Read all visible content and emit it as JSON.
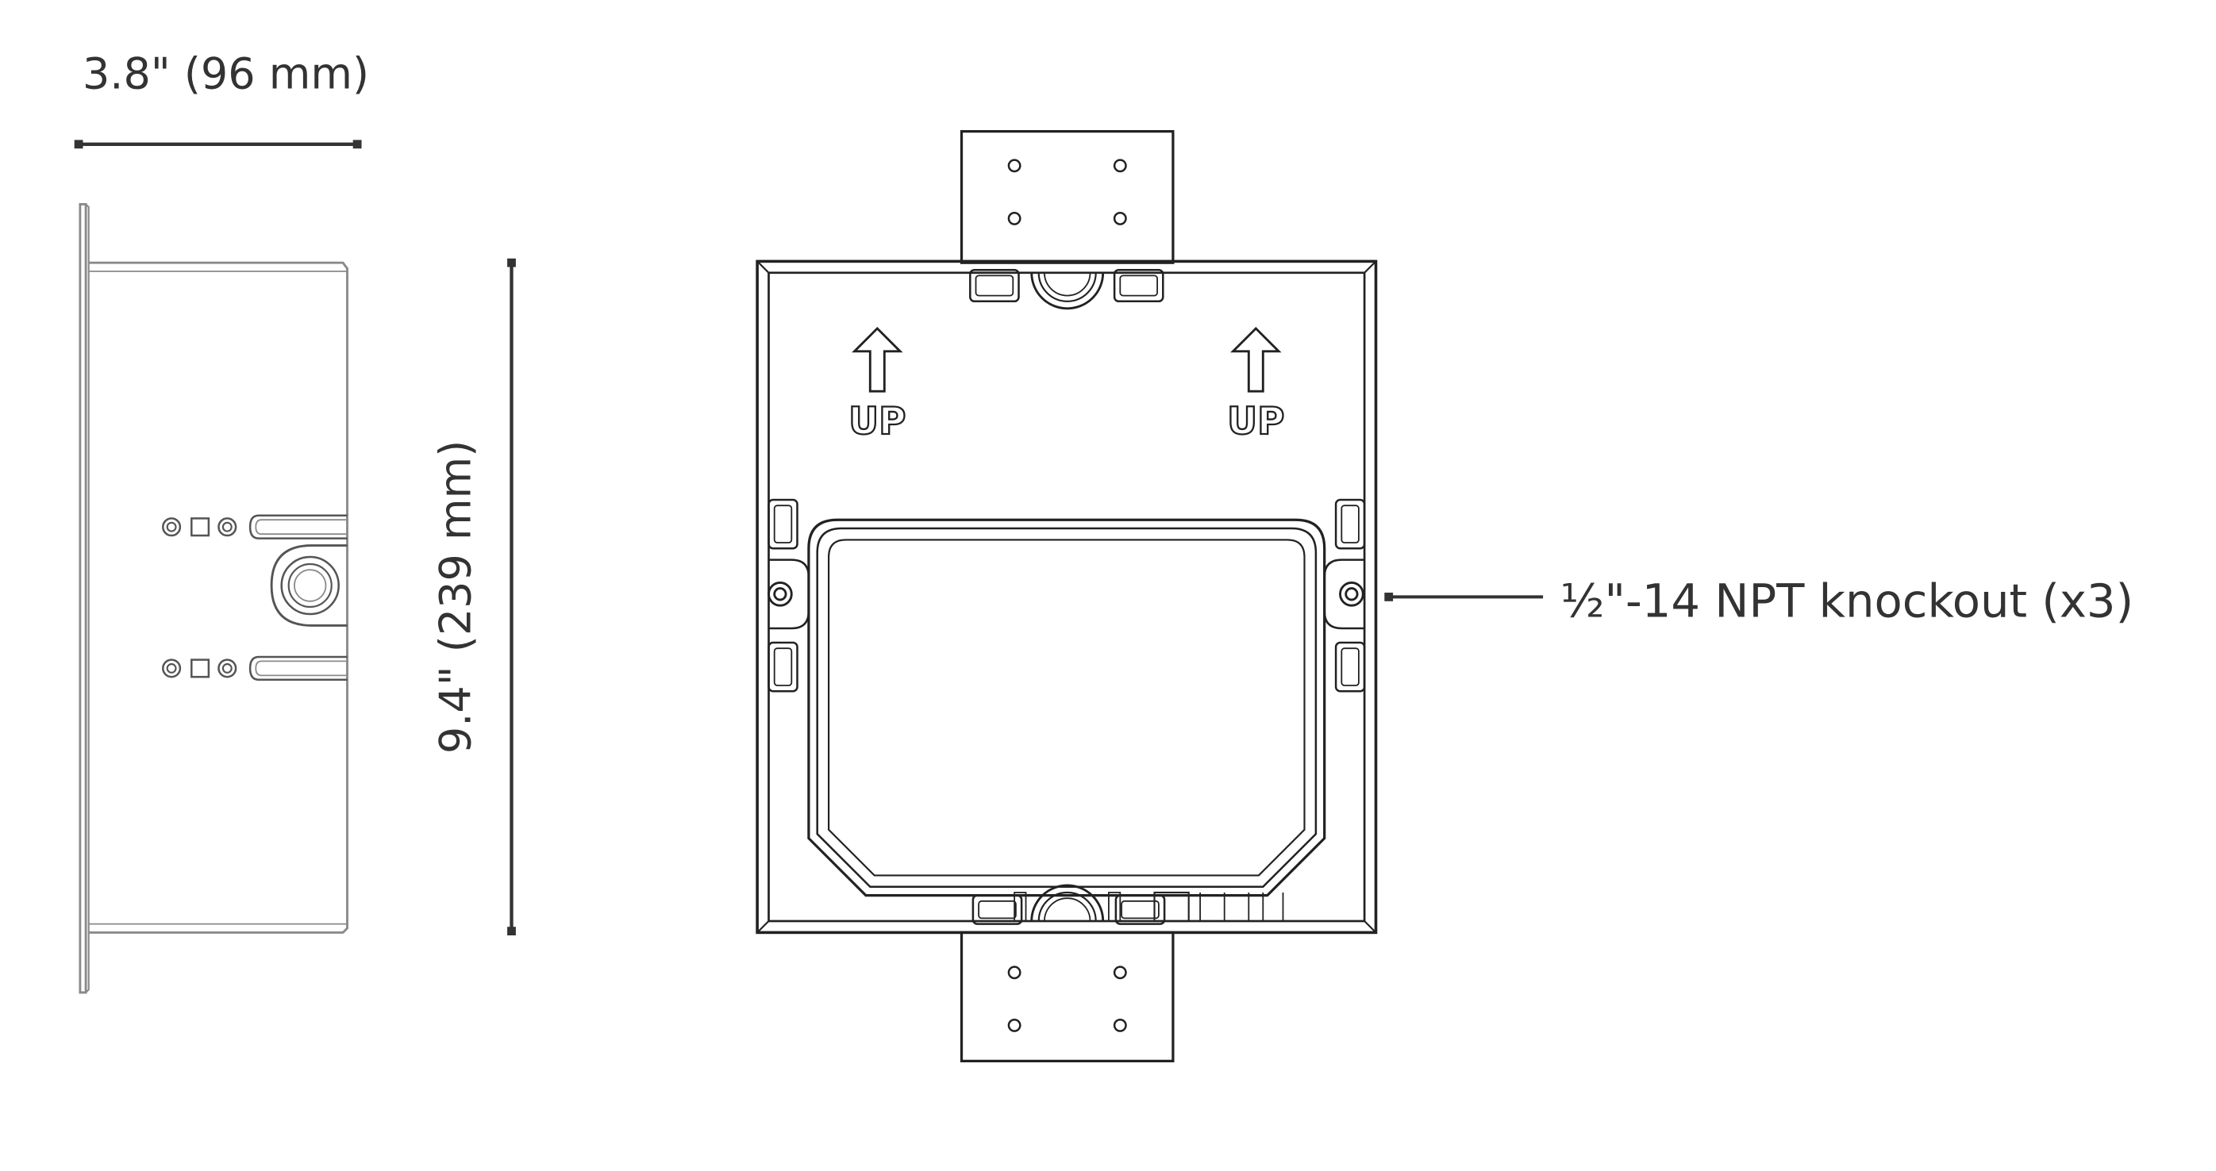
{
  "dimensions": {
    "width_label": "3.8\" (96 mm)",
    "height_label": "9.4\" (239 mm)"
  },
  "callout": {
    "label": "½\"-14 NPT knockout (x3)"
  },
  "front_view": {
    "arrow_labels": [
      "UP",
      "UP"
    ]
  },
  "colors": {
    "line": "#222222",
    "text": "#333333",
    "light_line": "#8a8a8a"
  }
}
